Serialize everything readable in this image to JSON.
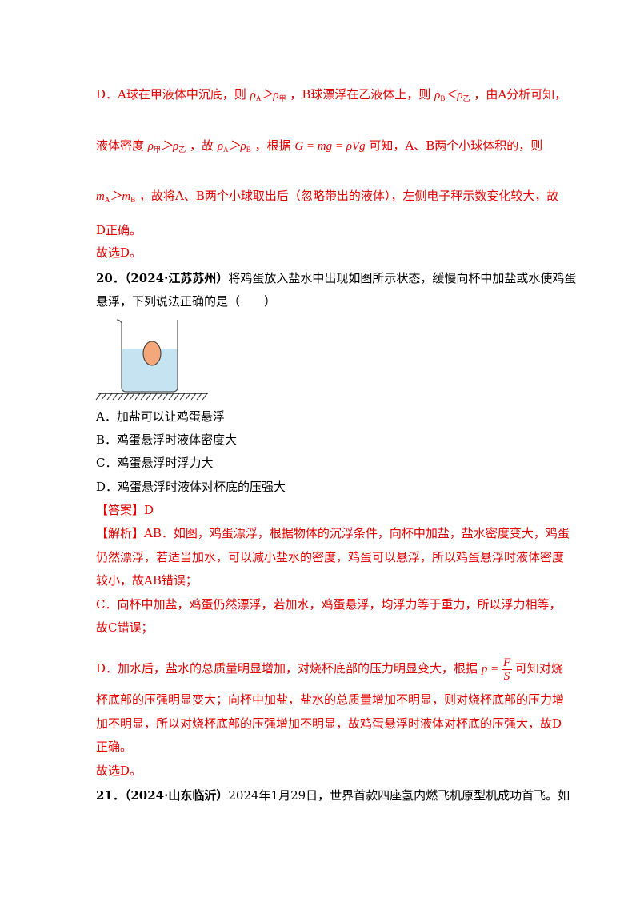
{
  "prev_solution": {
    "line1": {
      "t1": "D．A球在甲液体中沉底，则",
      "m1": "ρ",
      "m1_sub": "A",
      "m1_op": "＞ρ",
      "m1_sub2": "甲",
      "t2": "，B球漂浮在乙液体上，则",
      "m2": "ρ",
      "m2_sub": "B",
      "m2_op": "＜ρ",
      "m2_sub2": "乙",
      "t3": "，由A分析可知，"
    },
    "line2": {
      "t1": "液体密度",
      "m1": "ρ",
      "m1_sub": "甲",
      "m1_op": "＞ρ",
      "m1_sub2": "乙",
      "t2": "，故",
      "m2": "ρ",
      "m2_sub": "A",
      "m2_op": "＞ρ",
      "m2_sub2": "B",
      "t3": "，根据",
      "m3": "G = mg = ρVg",
      "t4": "可知，A、B两个小球体积的，则"
    },
    "line3": {
      "m1": "m",
      "m1_sub": "A",
      "m1_op": "＞m",
      "m1_sub2": "B",
      "t1": "，故将A、B两个小球取出后（忽略带出的液体），左侧电子秤示数变化较大，故"
    },
    "line4": "D正确。",
    "line5": "故选D。"
  },
  "q20": {
    "number": "20．",
    "source": "（2024·江苏苏州）",
    "stem1": "将鸡蛋放入盐水中出现如图所示状态，缓慢向杯中加盐或水使鸡蛋",
    "stem2": "悬浮，下列说法正确的是（　　）",
    "options": [
      "A．加盐可以让鸡蛋悬浮",
      "B．鸡蛋悬浮时液体密度大",
      "C．鸡蛋悬浮时浮力大",
      "D．鸡蛋悬浮时液体对杯底的压强大"
    ],
    "answer": "【答案】D",
    "analysis": {
      "l1": "【解析】AB．如图，鸡蛋漂浮，根据物体的沉浮条件，向杯中加盐，盐水密度变大，鸡蛋",
      "l2": "仍然漂浮，若适当加水，可以减小盐水的密度，鸡蛋可以悬浮，所以鸡蛋悬浮时液体密度",
      "l3": "较小，故AB错误；",
      "l4": "C．向杯中加盐，鸡蛋仍然漂浮，若加水，鸡蛋悬浮，均浮力等于重力，所以浮力相等，",
      "l5": "故C错误；",
      "l6a": "D．加水后，盐水的总质量明显增加，对烧杯底部的压力明显变大，根据",
      "l6_p": "p =",
      "l6_num": "F",
      "l6_den": "S",
      "l6b": "可知对烧",
      "l7": "杯底部的压强明显变大；向杯中加盐，盐水的总质量增加不明显，则对烧杯底部的压力增",
      "l8": "加不明显，所以对烧杯底部的压强增加不明显，故鸡蛋悬浮时液体对杯底的压强大，故D",
      "l9": "正确。",
      "l10": "故选D。"
    }
  },
  "q21": {
    "number": "21．",
    "source": "（2024·山东临沂）",
    "stem": "2024年1月29日，世界首款四座氢内燃飞机原型机成功首飞。如"
  },
  "colors": {
    "answer": "#e00000",
    "water": "#c5e3f0",
    "egg": "#f4a77a"
  }
}
